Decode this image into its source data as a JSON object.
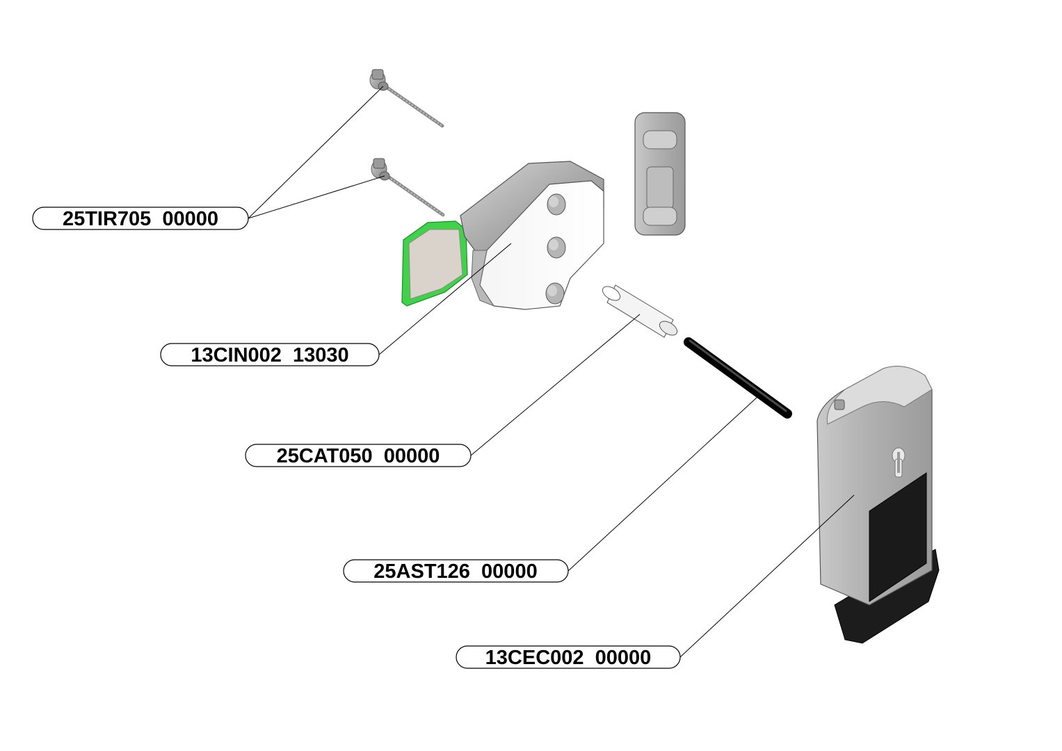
{
  "diagram": {
    "type": "exploded-parts-view",
    "labels": [
      {
        "id": "tir",
        "text": "25TIR705  00000"
      },
      {
        "id": "cin",
        "text": "13CIN002  13030"
      },
      {
        "id": "cat",
        "text": "25CAT050  00000"
      },
      {
        "id": "ast",
        "text": "25AST126  00000"
      },
      {
        "id": "cec",
        "text": "13CEC002  00000"
      }
    ],
    "colors": {
      "part_grey": "#a8a8a8",
      "part_light": "#e8e8e8",
      "part_white": "#ffffff",
      "gasket_green": "#3fd24a",
      "pad_beige": "#d9d3cc",
      "rod_black": "#1a1a1a",
      "handle_black": "#1c1c1c"
    }
  }
}
